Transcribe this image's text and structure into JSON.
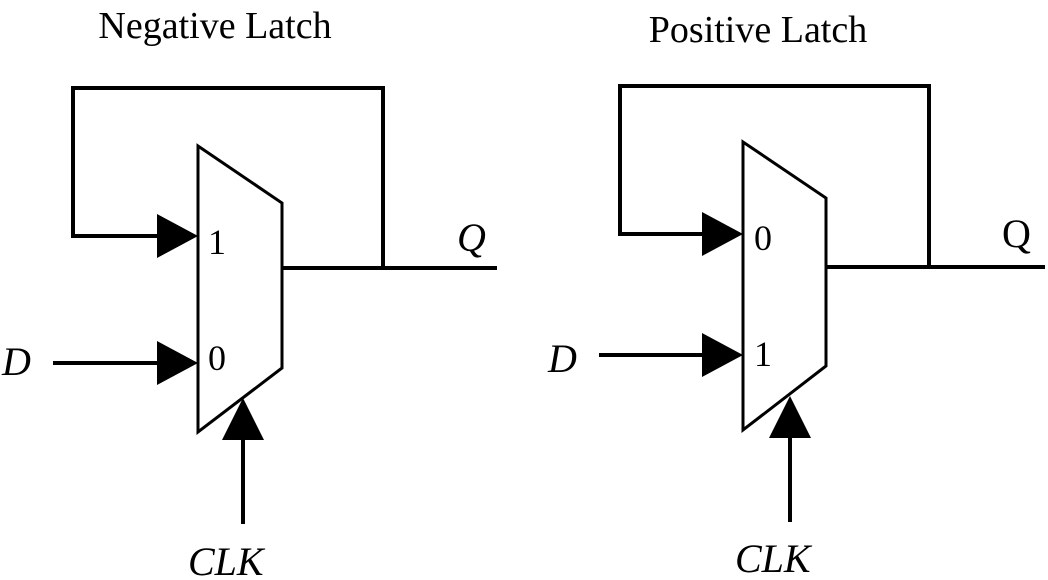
{
  "negative_latch": {
    "title": "Negative Latch",
    "input_top_label": "1",
    "input_bottom_label": "0",
    "data_input": "D",
    "output": "Q",
    "clock": "CLK"
  },
  "positive_latch": {
    "title": "Positive Latch",
    "input_top_label": "0",
    "input_bottom_label": "1",
    "data_input": "D",
    "output": "Q",
    "clock": "CLK"
  },
  "colors": {
    "stroke": "#000000",
    "background": "#ffffff"
  }
}
